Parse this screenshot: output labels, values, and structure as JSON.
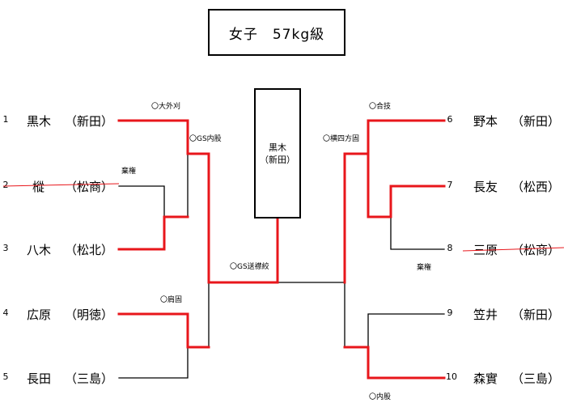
{
  "title": "女子　57kg級",
  "winner": {
    "name": "黒木",
    "team": "（新田）"
  },
  "colors": {
    "win": "#e8161b",
    "line": "#000000"
  },
  "left": [
    {
      "seed": "1",
      "name": "黒木",
      "team": "（新田）"
    },
    {
      "seed": "2",
      "name": "樅",
      "team": "（松商）",
      "withdrawn": true
    },
    {
      "seed": "3",
      "name": "八木",
      "team": "（松北）"
    },
    {
      "seed": "4",
      "name": "広原",
      "team": "（明徳）"
    },
    {
      "seed": "5",
      "name": "長田",
      "team": "（三島）"
    }
  ],
  "right": [
    {
      "seed": "6",
      "name": "野本",
      "team": "（新田）"
    },
    {
      "seed": "7",
      "name": "長友",
      "team": "（松西）"
    },
    {
      "seed": "8",
      "name": "三原",
      "team": "（松商）",
      "withdrawn": true
    },
    {
      "seed": "9",
      "name": "笠井",
      "team": "（新田）"
    },
    {
      "seed": "10",
      "name": "森實",
      "team": "（三島）"
    }
  ],
  "techniques": {
    "l_top": "〇大外刈",
    "l_bye": "棄権",
    "l_semi": "〇GS内股",
    "l_low": "〇肩固",
    "final": "〇GS送襟絞",
    "r_top": "〇合技",
    "r_semi": "〇横四方固",
    "r_bye": "棄権",
    "r_low": "〇内股"
  }
}
